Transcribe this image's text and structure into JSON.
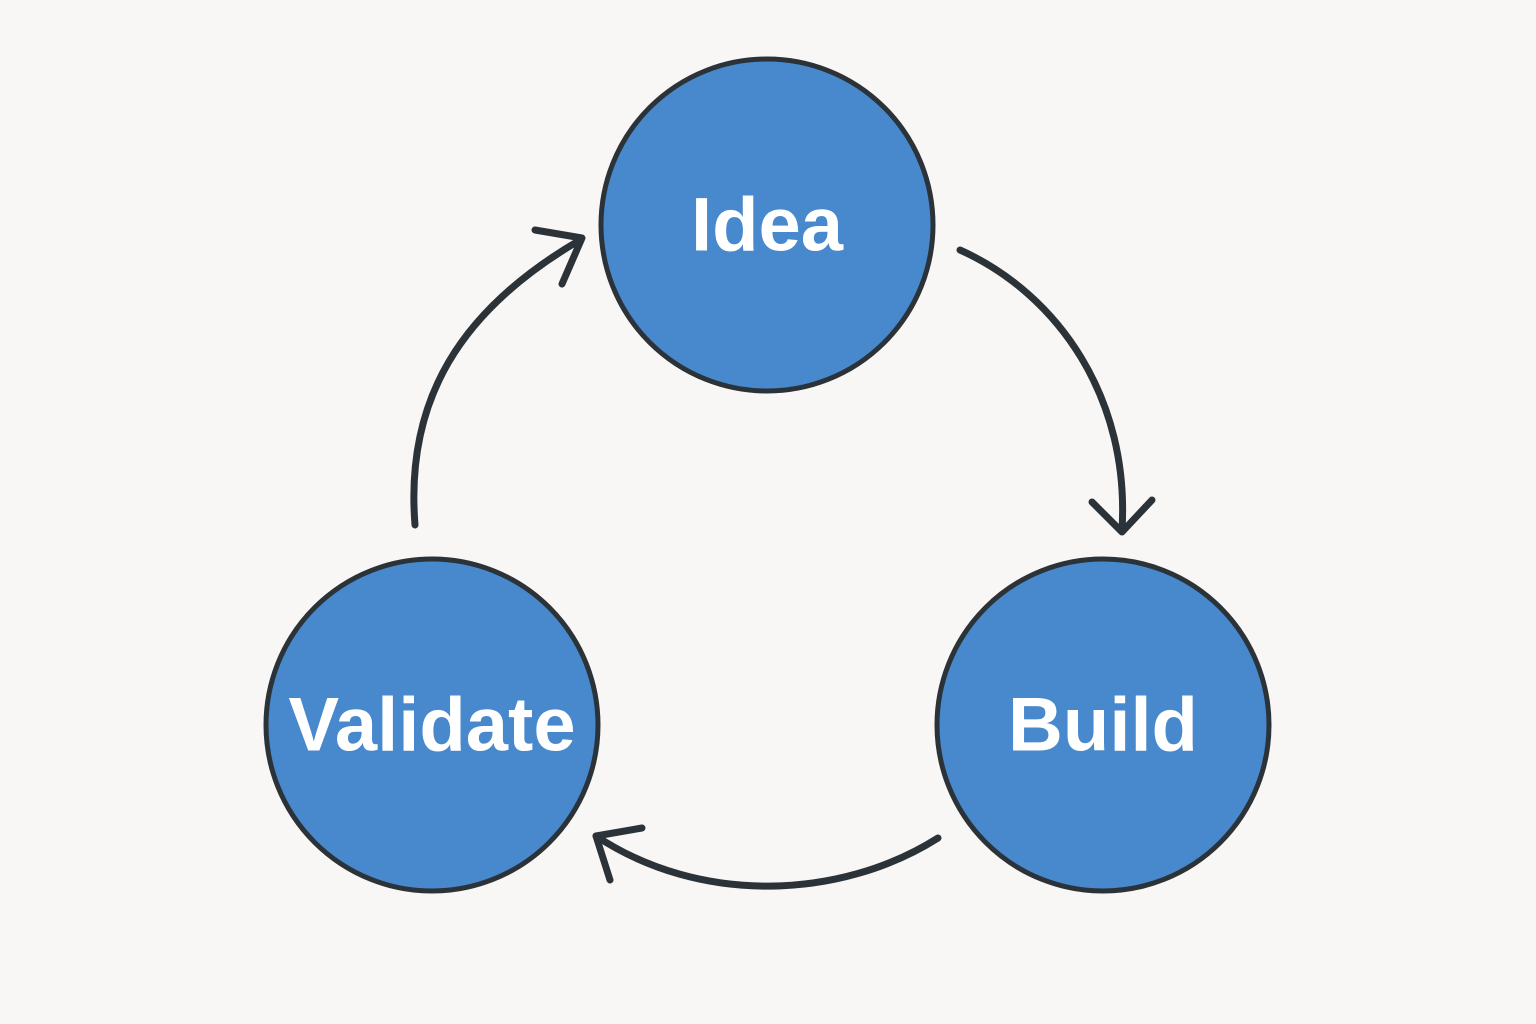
{
  "diagram": {
    "type": "cycle",
    "nodes": [
      {
        "id": "idea",
        "label": "Idea"
      },
      {
        "id": "build",
        "label": "Build"
      },
      {
        "id": "validate",
        "label": "Validate"
      }
    ],
    "edges": [
      {
        "from": "idea",
        "to": "build"
      },
      {
        "from": "build",
        "to": "validate"
      },
      {
        "from": "validate",
        "to": "idea"
      }
    ],
    "colors": {
      "background": "#f8f7f5",
      "node_fill": "#4789cc",
      "node_stroke": "#2b3338",
      "label": "#ffffff",
      "arrow": "#2b3338"
    }
  }
}
